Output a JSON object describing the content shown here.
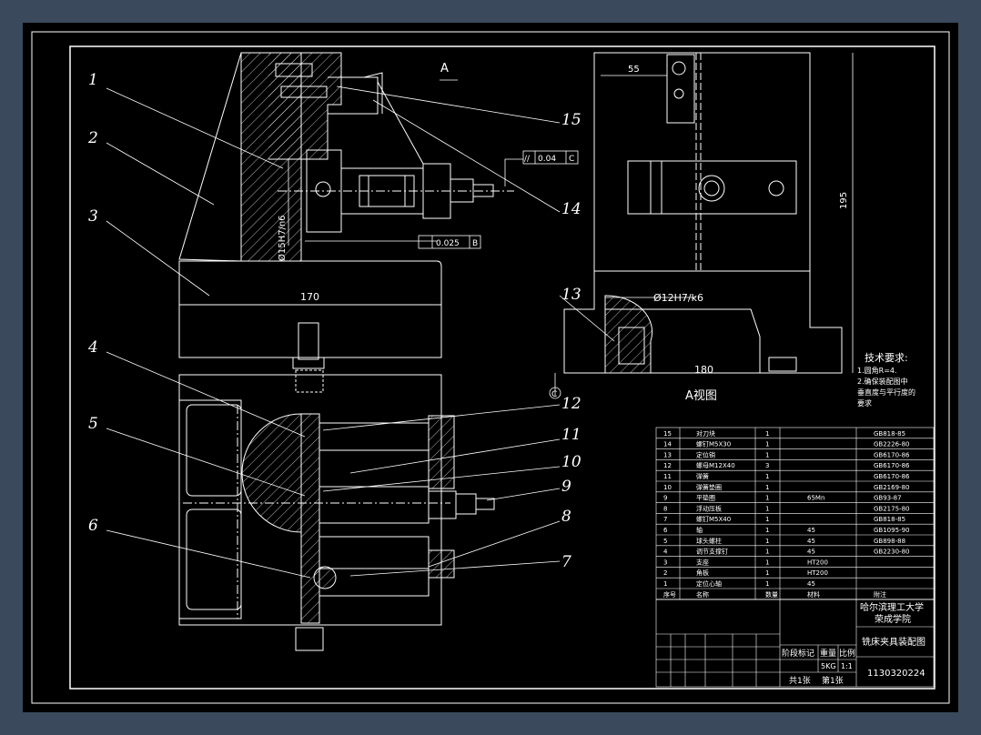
{
  "drawing": {
    "view_arrow_label": "A",
    "view_title": "A视图",
    "callouts": [
      "1",
      "2",
      "3",
      "4",
      "5",
      "6",
      "7",
      "8",
      "9",
      "10",
      "11",
      "12",
      "13",
      "14",
      "15"
    ],
    "dimensions": {
      "main_width": "170",
      "fit_vertical": "Ø15H7/n6",
      "right_width": "55",
      "right_height": "195",
      "right_bottom": "180",
      "fit_right": "Ø12H7/k6"
    },
    "tolerance_parallel": {
      "symbol": "//",
      "value": "0.04",
      "datum": "C"
    },
    "tolerance_perp": {
      "value": "0.025",
      "datum": "B"
    },
    "datum_circle": "C",
    "tech_requirements": {
      "title": "技术要求:",
      "lines": [
        "1.圆角R=4.",
        "2.确保装配图中",
        "垂直度与平行度的",
        "要求"
      ]
    }
  },
  "bom": {
    "rows": [
      [
        "15",
        "对刀块",
        "1",
        "",
        "GB818-85"
      ],
      [
        "14",
        "螺钉M5X30",
        "1",
        "",
        "GB2226-80"
      ],
      [
        "13",
        "定位销",
        "1",
        "",
        "GB6170-86"
      ],
      [
        "12",
        "螺母M12X40",
        "3",
        "",
        "GB6170-86"
      ],
      [
        "11",
        "弹簧",
        "1",
        "",
        "GB6170-86"
      ],
      [
        "10",
        "弹簧垫圈",
        "1",
        "",
        "GB2169-80"
      ],
      [
        "9",
        "平垫圈",
        "1",
        "65Mn",
        "GB93-87"
      ],
      [
        "8",
        "浮动压板",
        "1",
        "",
        "GB2175-80"
      ],
      [
        "7",
        "螺钉M5X40",
        "1",
        "",
        "GB818-85"
      ],
      [
        "6",
        "轴",
        "1",
        "45",
        "GB1095-90"
      ],
      [
        "5",
        "球头螺柱",
        "1",
        "45",
        "GB898-88"
      ],
      [
        "4",
        "调节支撑钉",
        "1",
        "45",
        "GB2230-80"
      ],
      [
        "3",
        "支座",
        "1",
        "HT200",
        ""
      ],
      [
        "2",
        "角板",
        "1",
        "HT200",
        ""
      ],
      [
        "1",
        "定位心轴",
        "1",
        "45",
        ""
      ]
    ],
    "header": [
      "序号",
      "名称",
      "数量",
      "材料",
      "附注"
    ]
  },
  "title_block": {
    "school": "哈尔滨理工大学",
    "college": "荣成学院",
    "drawing_title": "铣床夹具装配图",
    "drawing_no": "1130320224",
    "stage_mark": "阶段标记",
    "weight": "重量",
    "scale_label": "比例",
    "weight_value": "5KG",
    "scale_value": "1:1",
    "sheets_total": "共1张",
    "sheet_no": "第1张"
  }
}
